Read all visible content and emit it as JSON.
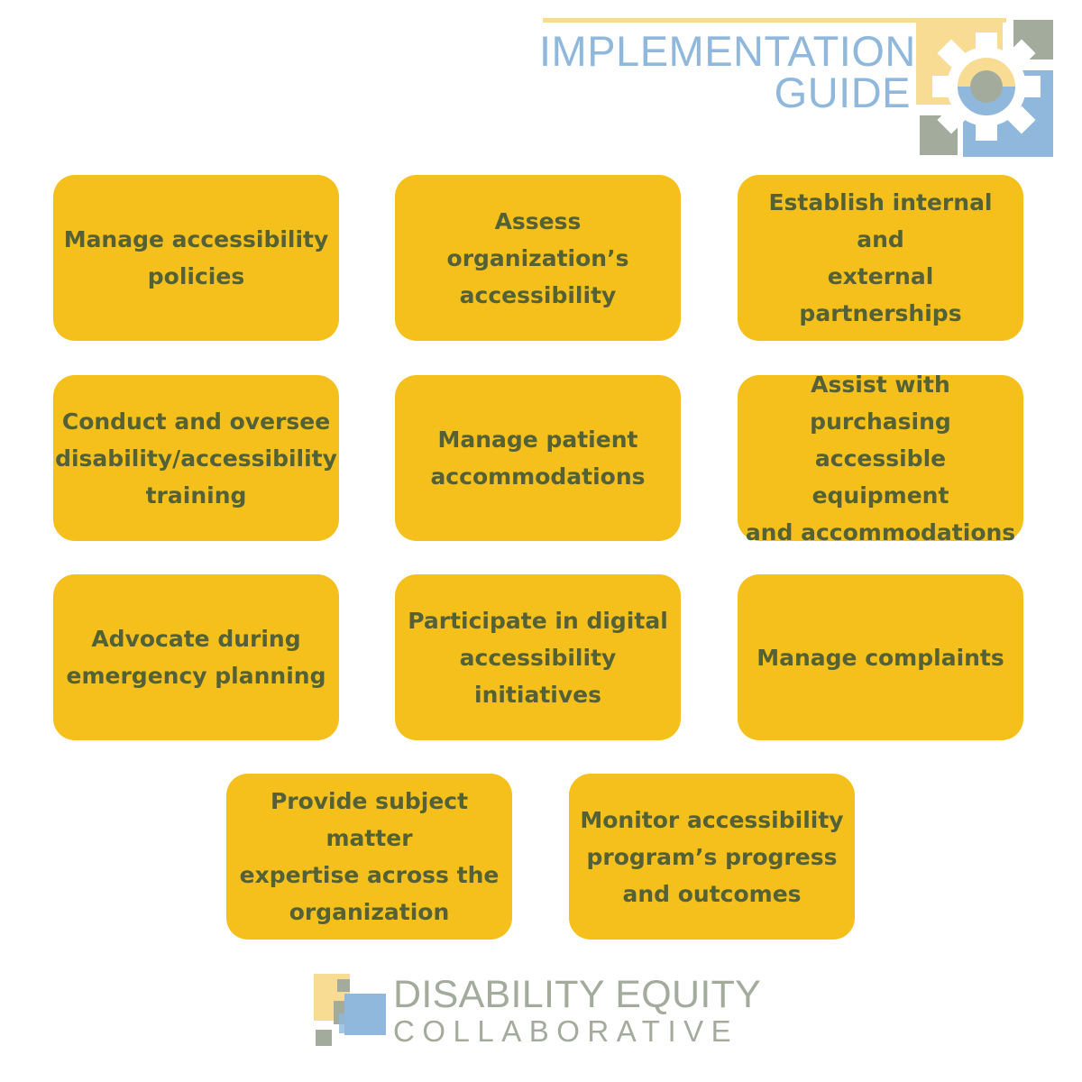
{
  "header": {
    "title_line1": "IMPLEMENTATION",
    "title_line2": "GUIDE"
  },
  "cards": [
    {
      "text": "Manage accessibility\npolicies"
    },
    {
      "text": "Assess organization’s\naccessibility"
    },
    {
      "text": "Establish internal and\nexternal partnerships"
    },
    {
      "text": "Conduct and oversee\ndisability/accessibility\ntraining"
    },
    {
      "text": "Manage patient\naccommodations"
    },
    {
      "text": "Assist with purchasing\naccessible equipment\nand accommodations"
    },
    {
      "text": "Advocate during\nemergency planning"
    },
    {
      "text": "Participate in digital\naccessibility initiatives"
    },
    {
      "text": "Manage complaints"
    },
    {
      "text": "Provide subject matter\nexpertise across the\norganization"
    },
    {
      "text": "Monitor accessibility\nprogram’s progress\nand outcomes"
    }
  ],
  "footer": {
    "line1": "DISABILITY EQUITY",
    "line2": "COLLABORATIVE"
  },
  "colors": {
    "card_fill": "#f5c01c",
    "card_text": "#546136",
    "header_text": "#8fb8dc",
    "logo_yellow": "#f8dc94",
    "logo_gray": "#a3ac9c",
    "logo_blue": "#8fb8dc"
  }
}
